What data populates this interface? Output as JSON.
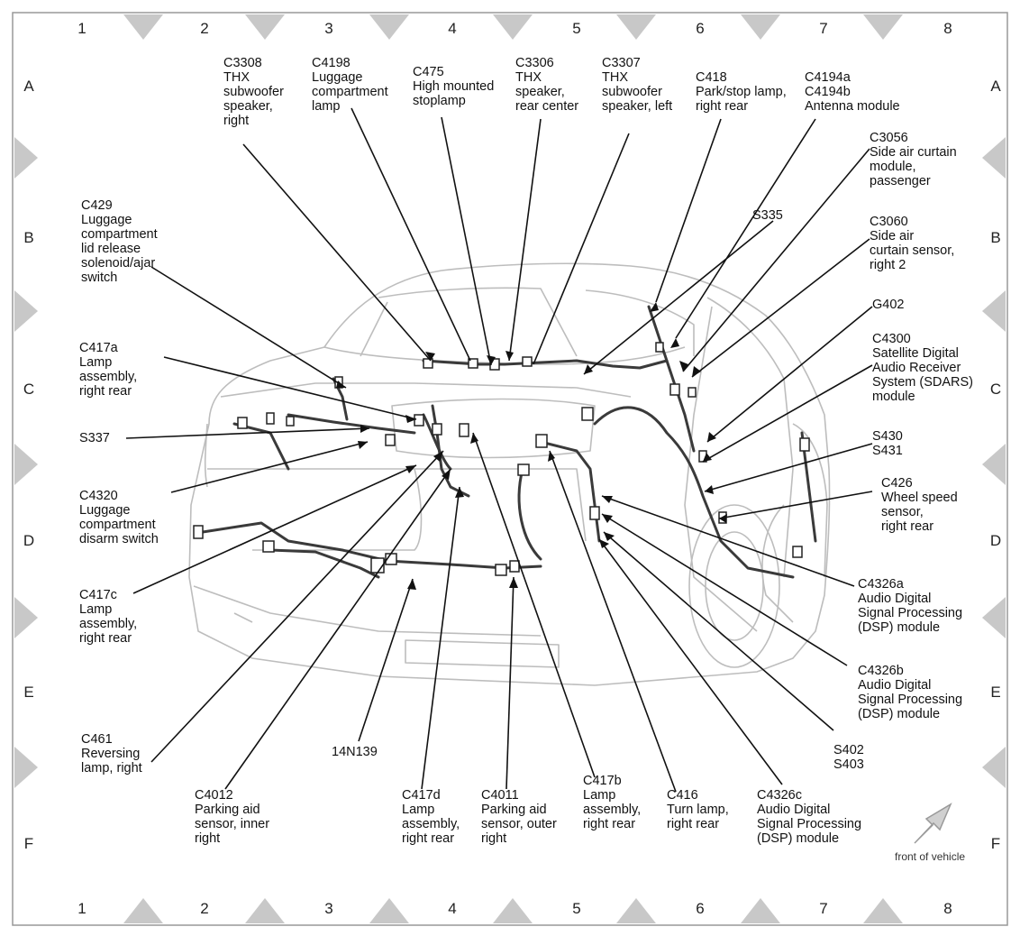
{
  "grid": {
    "columns": [
      "1",
      "2",
      "3",
      "4",
      "5",
      "6",
      "7",
      "8"
    ],
    "rows": [
      "A",
      "B",
      "C",
      "D",
      "E",
      "F"
    ]
  },
  "labels": {
    "c3308": "C3308\nTHX\nsubwoofer\nspeaker,\nright",
    "c4198": "C4198\nLuggage\ncompartment\nlamp",
    "c475": "C475\nHigh mounted\nstoplamp",
    "c3306": "C3306\nTHX\nspeaker,\nrear center",
    "c3307": "C3307\nTHX\nsubwoofer\nspeaker, left",
    "c418": "C418\nPark/stop lamp,\nright rear",
    "c4194": "C4194a\nC4194b\nAntenna module",
    "c3056": "C3056\nSide air curtain\nmodule,\npassenger",
    "s335": "S335",
    "c3060": "C3060\nSide air\ncurtain sensor,\nright 2",
    "g402": "G402",
    "c4300": "C4300\nSatellite Digital\nAudio Receiver\nSystem (SDARS)\nmodule",
    "s430": "S430\nS431",
    "c426": "C426\nWheel speed\nsensor,\nright rear",
    "c4326a": "C4326a\nAudio Digital\nSignal Processing\n(DSP) module",
    "c4326b": "C4326b\nAudio Digital\nSignal Processing\n(DSP) module",
    "s402": "S402\nS403",
    "c4326c": "C4326c\nAudio Digital\nSignal Processing\n(DSP) module",
    "c416": "C416\nTurn lamp,\nright rear",
    "c417b": "C417b\nLamp\nassembly,\nright rear",
    "c4011": "C4011\nParking aid\nsensor, outer\nright",
    "c417d": "C417d\nLamp\nassembly,\nright rear",
    "n14n139": "14N139",
    "c4012": "C4012\nParking aid\nsensor, inner\nright",
    "c461": "C461\nReversing\nlamp, right",
    "c417c": "C417c\nLamp\nassembly,\nright rear",
    "c4320": "C4320\nLuggage\ncompartment\ndisarm switch",
    "s337": "S337",
    "c417a": "C417a\nLamp\nassembly,\nright rear",
    "c429": "C429\nLuggage\ncompartment\nlid release\nsolenoid/ajar\nswitch"
  },
  "legend": {
    "front_of_vehicle": "front of vehicle",
    "arrow_icon": "front-arrow-icon"
  },
  "colors": {
    "tab_gray": "#c8c8c8",
    "line": "#1a1a1a",
    "vehicle": "#bdbdbd",
    "harness": "#3a3a3a"
  }
}
